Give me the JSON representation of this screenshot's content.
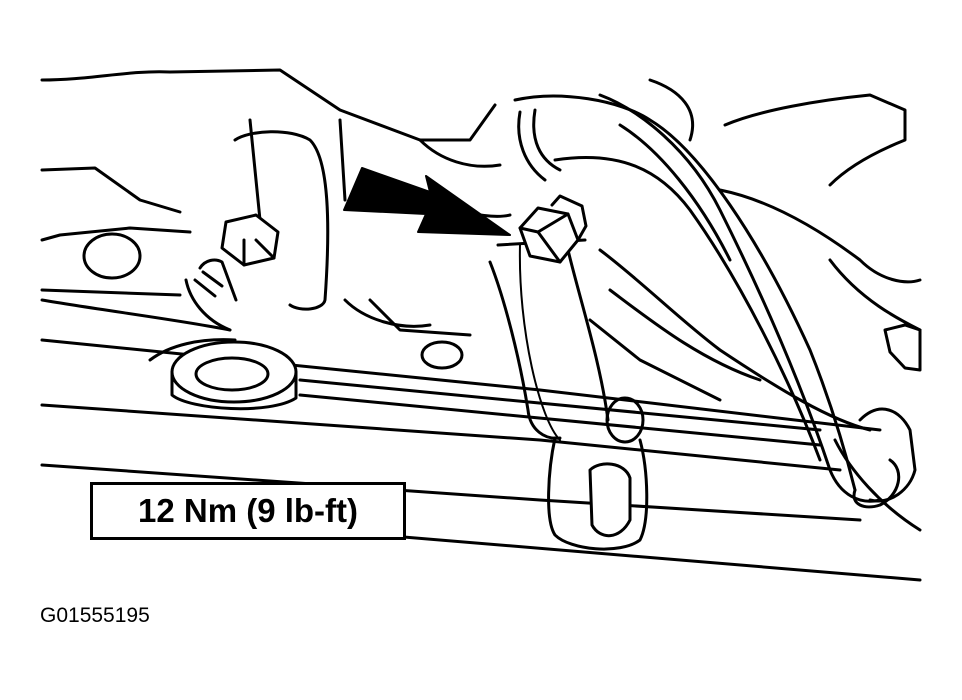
{
  "torque_spec": "12 Nm (9 lb-ft)",
  "figure_id": "G01555195",
  "colors": {
    "line": "#000000",
    "background": "#ffffff"
  },
  "callout": {
    "icon": "arrow-icon",
    "points_to": "nut"
  }
}
